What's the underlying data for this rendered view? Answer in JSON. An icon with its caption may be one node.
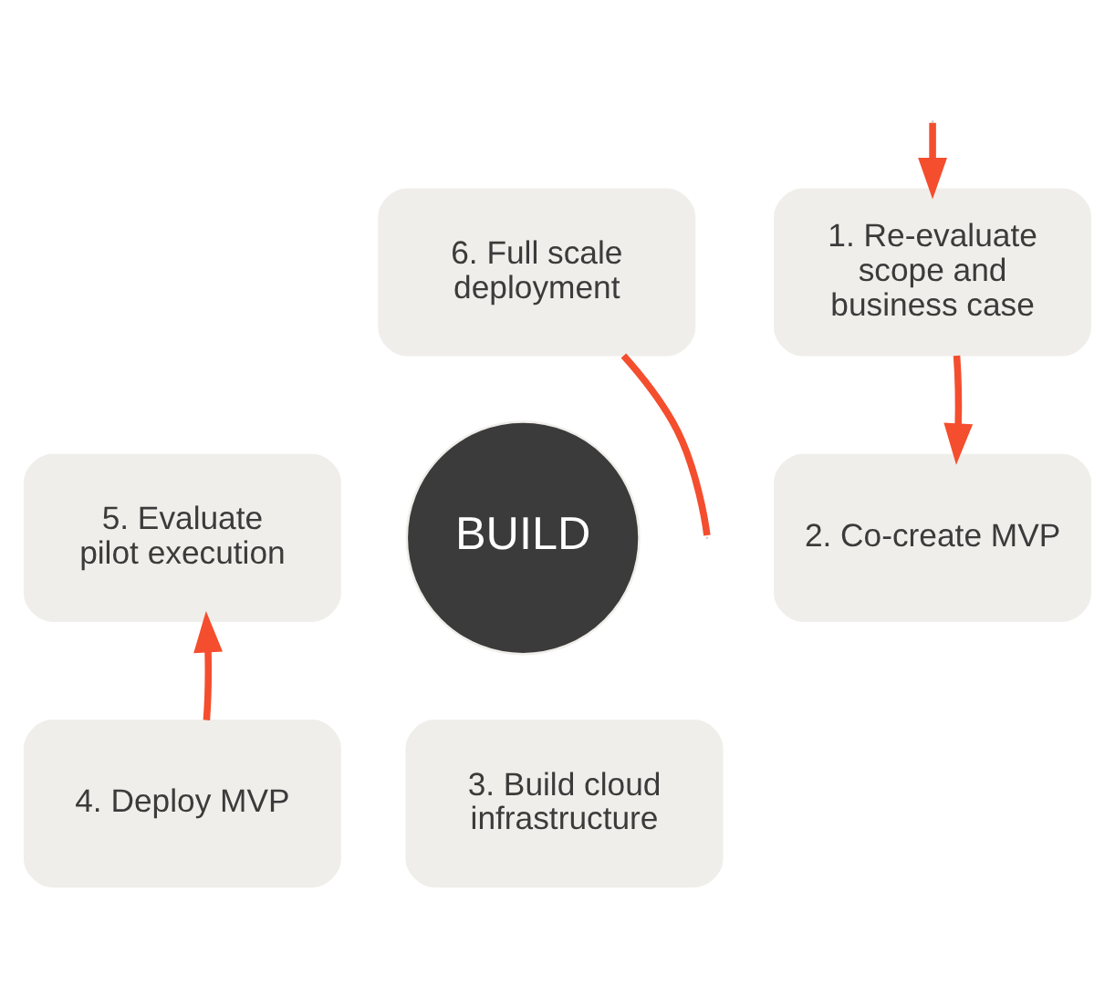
{
  "diagram": {
    "nodes": [
      {
        "text": [
          "BUILD"
        ]
      },
      {
        "text": [
          "1. Re-evaluate scope and business case"
        ]
      },
      {
        "text": [
          "2. Co-create MVP"
        ]
      },
      {
        "text": [
          "3. Build cloud infrastructure"
        ]
      },
      {
        "text": [
          "4. Deploy MVP"
        ]
      },
      {
        "text": [
          "5. Evaluate pilot execution"
        ]
      },
      {
        "text": [
          "6. Full scale deployment"
        ]
      }
    ],
    "edges": [
      {
        "from": null,
        "to": 1,
        "arrow": "to"
      },
      {
        "from": 1,
        "to": 2,
        "arrow": "to"
      },
      {
        "from": 4,
        "to": 5,
        "arrow": "to"
      },
      {
        "from": 6,
        "to": null,
        "arrow": "none"
      }
    ]
  }
}
